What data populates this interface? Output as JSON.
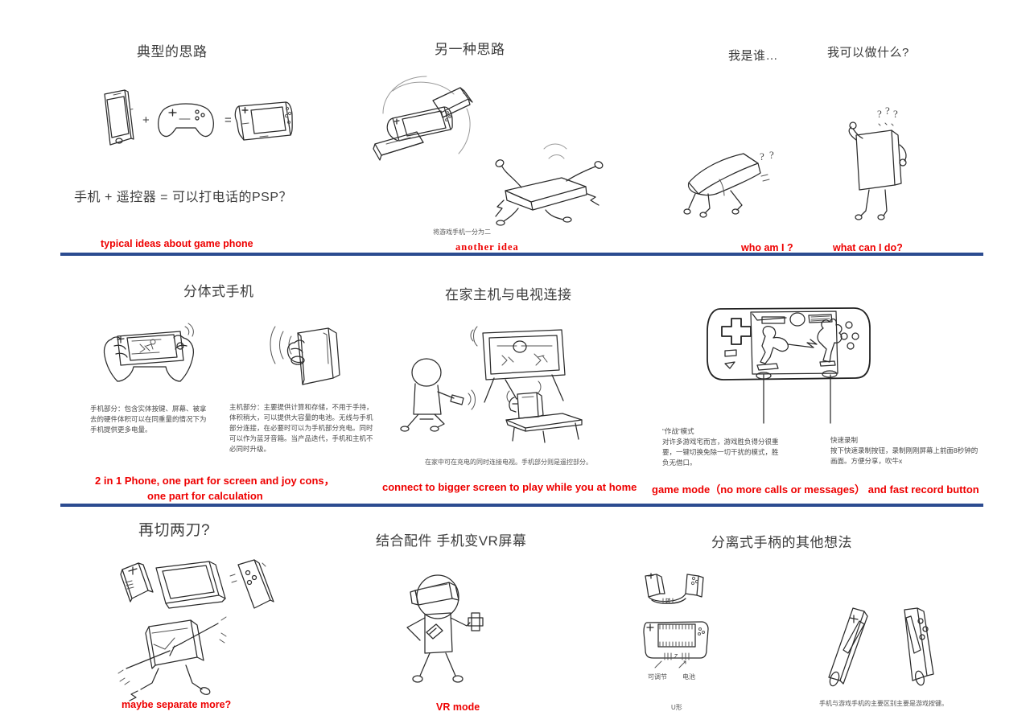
{
  "page": {
    "background": "#ffffff",
    "divider_color": "#2b4b90",
    "caption_color": "#ee0000",
    "ink_color": "#2b2b2b"
  },
  "row1": {
    "panel1": {
      "heading": "典型的思路",
      "equation": "手机 + 遥控器 = 可以打电话的PSP？",
      "plus_sign": "+",
      "equals_sign": "=",
      "caption_en": "typical ideas about game phone",
      "icons": [
        "smartphone-sketch",
        "gamepad-sketch",
        "handheld-console-sketch"
      ]
    },
    "panel2": {
      "heading": "另一种思路",
      "note_cn": "将游戏手机一分为二",
      "caption_en": "another  idea",
      "icons": [
        "splitting-console-sketch",
        "console-base-running-sketch"
      ]
    },
    "panel3": {
      "heading": "我是谁…",
      "caption_en": "who am I ?",
      "icons": [
        "walking-base-character-sketch"
      ],
      "thought_marks": "? ?"
    },
    "panel4": {
      "heading": "我可以做什么?",
      "caption_en": "what can I do?",
      "icons": [
        "walking-phone-character-sketch"
      ],
      "thought_marks": "? ? ?"
    }
  },
  "row2": {
    "panel1": {
      "heading": "分体式手机",
      "note_left": "手机部分：包含实体按键、屏幕、被拿去的硬件体积可以在同重量的情况下为手机提供更多电量。",
      "note_right": "主机部分：主要提供计算和存储，不用于手持，体积稍大，可以提供大容量的电池。无线与手机部分连接，在必要时可以为手机部分充电。同时可以作为蓝牙音箱。当产品迭代，手机和主机不必同时升级。",
      "caption_en_line1": "2 in 1 Phone, one part for  screen and joy cons，",
      "caption_en_line2": "one part for calculation",
      "icons": [
        "hands-holding-handheld-sketch",
        "hand-holding-base-sketch"
      ]
    },
    "panel2": {
      "heading": "在家主机与电视连接",
      "note_cn": "在家中可在充电的同时连接电视。手机部分则是遥控部分。",
      "caption_en": "connect to bigger screen to play while you at home",
      "icons": [
        "tv-with-stand-sketch",
        "player-stick-figure-sketch",
        "console-on-table-sketch"
      ]
    },
    "panel3": {
      "note_left_title": "“作战”模式",
      "note_left_body": "对许多游戏宅而言，游戏胜负得分很重要，一键切换免除一切干扰的模式，胜负无借口。",
      "note_right_title": "快速录制",
      "note_right_body": "按下快速录制按钮，录制刚刚屏幕上前面8秒钟的画面。方便分享，吹牛x",
      "caption_en": "game mode（no more calls or messages） and fast record button",
      "icons": [
        "handheld-game-screen-sketch"
      ]
    }
  },
  "row3": {
    "panel1": {
      "heading": "再切两刀?",
      "caption_en": "maybe  separate more?",
      "icons": [
        "split-joycon-tablet-sketch",
        "console-with-swords-sketch"
      ]
    },
    "panel2": {
      "heading": "结合配件 手机变VR屏幕",
      "caption_en": "VR mode",
      "icons": [
        "vr-headset-person-sketch"
      ]
    },
    "panel3": {
      "heading": "分离式手柄的其他想法",
      "label_adjustable": "可调节",
      "label_battery": "电池",
      "label_u_shape": "U形",
      "note_cn": "手机与游戏手机的主要区别主要是游戏按键。",
      "icons": [
        "u-shaped-grip-sketch",
        "grip-with-screen-sketch",
        "joycon-stick-left-sketch",
        "joycon-stick-right-sketch"
      ]
    }
  }
}
